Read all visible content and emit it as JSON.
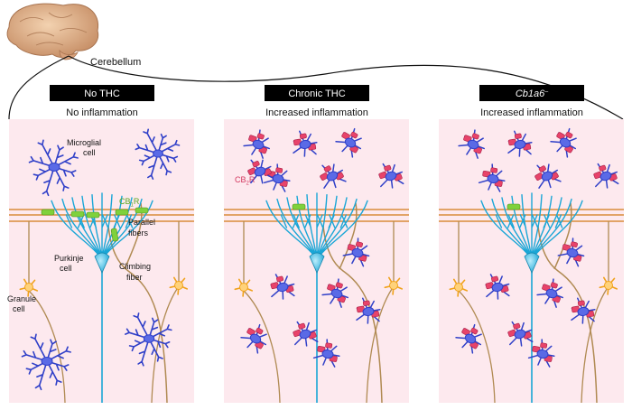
{
  "brain_label": "Cerebellum",
  "panels": [
    {
      "title": "No THC",
      "title_italic": false,
      "title_sup": "",
      "subtitle": "No inflammation",
      "state": "healthy"
    },
    {
      "title": "Chronic THC",
      "title_italic": false,
      "title_sup": "",
      "subtitle": "Increased inflammation",
      "state": "inflamed"
    },
    {
      "title": "Cb1a6",
      "title_italic": true,
      "title_sup": "–",
      "subtitle": "Increased inflammation",
      "state": "inflamed"
    }
  ],
  "labels": {
    "microglial": [
      "Microglial",
      "cell"
    ],
    "cb1r": {
      "base": "CB",
      "sub": "1",
      "tail": "R"
    },
    "cb2r": {
      "base": "CB",
      "sub": "2",
      "tail": "R"
    },
    "parallel": [
      "Parallel",
      "fibers"
    ],
    "purkinje": [
      "Purkinje",
      "cell"
    ],
    "climbing": [
      "Climbing",
      "fiber"
    ],
    "granule": [
      "Granule",
      "cell"
    ]
  },
  "colors": {
    "tissue": "#fde9ee",
    "header_box": "#000000",
    "parallel_fiber": "#d98c3a",
    "purkinje": "#1aa6d6",
    "cb1r": "#7fd13c",
    "microglia": "#2f3fc8",
    "inflamed_body": "#e8436a",
    "granule": "#f0a21c",
    "climbing": "#b08a52"
  }
}
